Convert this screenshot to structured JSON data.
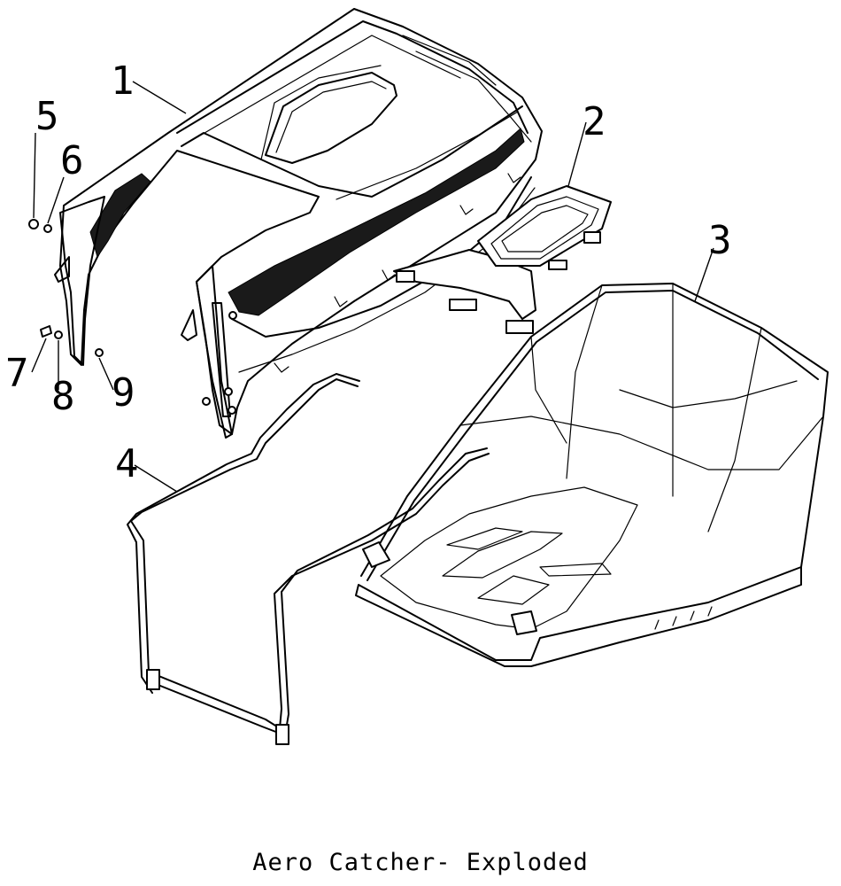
{
  "caption": "Aero Catcher- Exploded",
  "callouts": [
    {
      "id": "1",
      "part": "upper catcher cover"
    },
    {
      "id": "2",
      "part": "flap / door assembly"
    },
    {
      "id": "3",
      "part": "catcher bag"
    },
    {
      "id": "4",
      "part": "frame"
    },
    {
      "id": "5",
      "part": "screw"
    },
    {
      "id": "6",
      "part": "washer"
    },
    {
      "id": "7",
      "part": "bolt"
    },
    {
      "id": "8",
      "part": "washer"
    },
    {
      "id": "9",
      "part": "nut"
    }
  ]
}
